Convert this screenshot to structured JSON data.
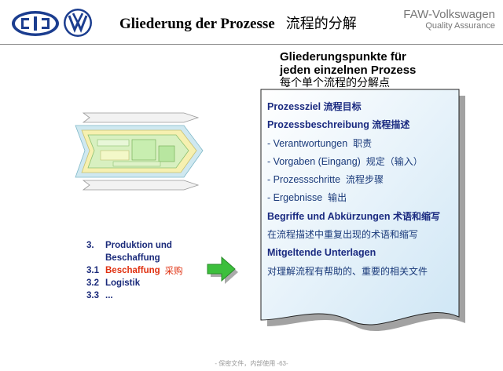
{
  "header": {
    "title_de": "Gliederung der Prozesse",
    "title_cn": "流程的分解",
    "brand_name": "FAW-Volkswagen",
    "brand_sub": "Quality Assurance"
  },
  "heading": {
    "line1": "Gliederungspunkte für",
    "line2": "jeden einzelnen Prozess",
    "line3": "每个单个流程的分解点"
  },
  "paper_items": [
    {
      "de": "Prozessziel",
      "cn": "流程目标",
      "bold": true
    },
    {
      "de": "Prozessbeschreibung",
      "cn": "流程描述",
      "bold": true
    },
    {
      "de": "- Verantwortungen",
      "cn": "职责",
      "bold": false
    },
    {
      "de": "- Vorgaben (Eingang)",
      "cn": "规定（输入）",
      "bold": false
    },
    {
      "de": "- Prozessschritte",
      "cn": "流程步骤",
      "bold": false
    },
    {
      "de": "- Ergebnisse",
      "cn": "输出",
      "bold": false
    },
    {
      "de": "Begriffe und Abkürzungen",
      "cn": "术语和缩写",
      "bold": true
    },
    {
      "de": "",
      "cn": "在流程描述中重复出现的术语和缩写",
      "bold": false
    },
    {
      "de": "Mitgeltende Unterlagen",
      "cn": "",
      "bold": true
    },
    {
      "de": "",
      "cn": "对理解流程有帮助的、重要的相关文件",
      "bold": false
    }
  ],
  "menu": [
    {
      "num": "3.",
      "label": "Produktion und",
      "cn": ""
    },
    {
      "num": "",
      "label": "Beschaffung",
      "cn": ""
    },
    {
      "num": "3.1",
      "label": "Beschaffung",
      "cn": "采购",
      "active": true
    },
    {
      "num": "3.2",
      "label": "Logistik",
      "cn": ""
    },
    {
      "num": "3.3",
      "label": "...",
      "cn": ""
    }
  ],
  "footer": "- 保密文件，内部使用 -63-",
  "colors": {
    "paper_fill": "#dff0fa",
    "text_blue": "#1a2a80",
    "active_red": "#e03010",
    "arrow_green": "#3cbf3c"
  },
  "icons": {
    "faw_logo": "faw-logo-icon",
    "vw_logo": "vw-logo-icon",
    "arrow": "green-arrow-icon"
  }
}
